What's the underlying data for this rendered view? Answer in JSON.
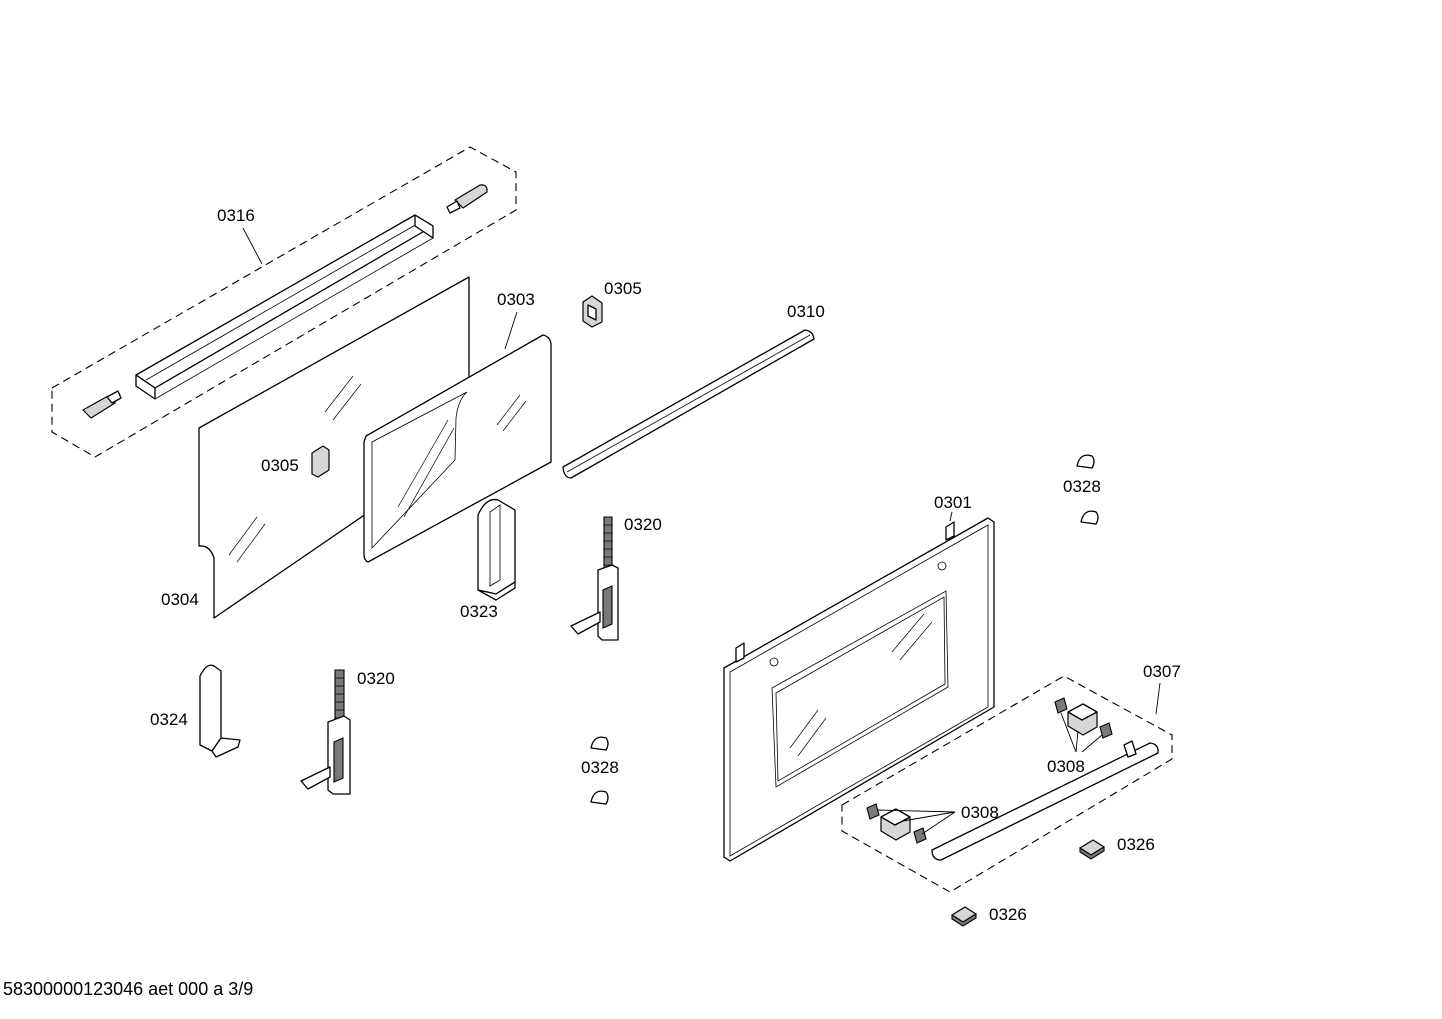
{
  "diagram": {
    "labels": {
      "p0316": "0316",
      "p0303": "0303",
      "p0305_top": "0305",
      "p0305_left": "0305",
      "p0310": "0310",
      "p0304": "0304",
      "p0320_right": "0320",
      "p0320_left": "0320",
      "p0323": "0323",
      "p0324": "0324",
      "p0328_right": "0328",
      "p0328_left": "0328",
      "p0301": "0301",
      "p0307": "0307",
      "p0308_right": "0308",
      "p0308_left": "0308",
      "p0326_right": "0326",
      "p0326_bottom": "0326"
    }
  },
  "footer": {
    "doc_ref": "58300000123046 aet 000 a 3/9"
  }
}
